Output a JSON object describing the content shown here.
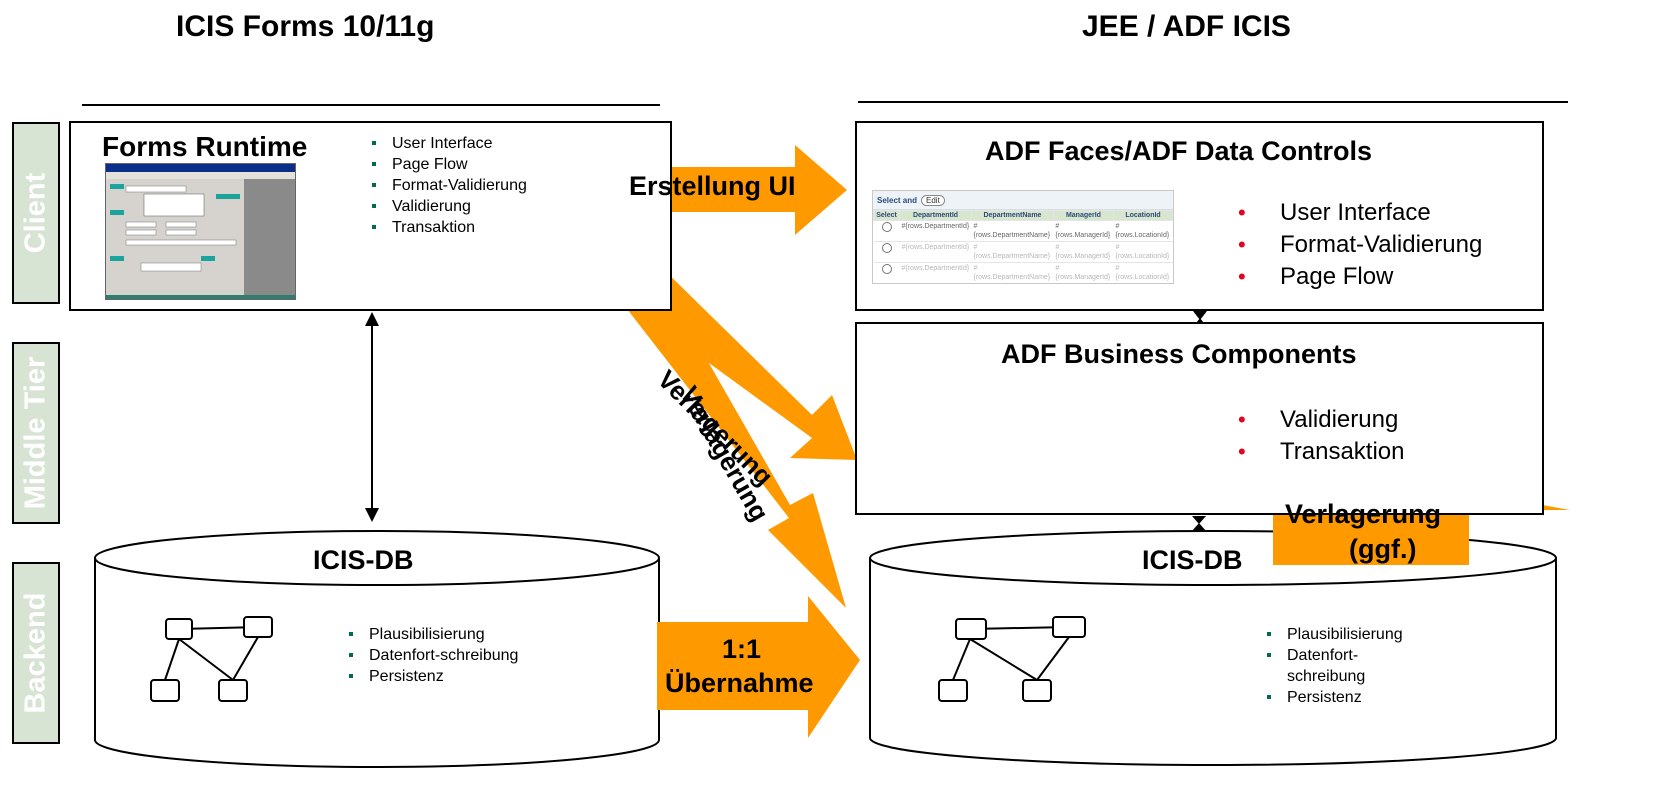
{
  "titles": {
    "left": "ICIS Forms 10/11g",
    "right": "JEE / ADF ICIS"
  },
  "tiers": {
    "client": "Client",
    "middle": "Middle Tier",
    "backend": "Backend"
  },
  "left": {
    "forms_runtime": {
      "title": "Forms Runtime",
      "items": [
        "User Interface",
        "Page Flow",
        "Format-Validierung",
        "Validierung",
        "Transaktion"
      ]
    },
    "db": {
      "title": "ICIS-DB",
      "items": [
        "Plausibilisierung",
        "Datenfort-schreibung",
        "Persistenz"
      ]
    }
  },
  "right": {
    "adf_faces": {
      "title": "ADF Faces/ADF Data Controls",
      "items": [
        "User Interface",
        "Format-Validierung",
        "Page Flow"
      ]
    },
    "adf_bc": {
      "title": "ADF Business Components",
      "items": [
        "Validierung",
        "Transaktion"
      ]
    },
    "db": {
      "title": "ICIS-DB",
      "items": [
        "Plausibilisierung",
        "Datenfort-schreibung",
        "Persistenz"
      ]
    }
  },
  "arrows": {
    "erstellung": "Erstellung UI",
    "verlagerung1": "Verlagerung",
    "verlagerung2": "Verlagerung",
    "uebernahme_line1": "1:1",
    "uebernahme_line2": "Übernahme",
    "verlagerung_ggf_line1": "Verlagerung",
    "verlagerung_ggf_line2": "(ggf.)"
  },
  "table_thumbnail": {
    "toolbar_label": "Select and",
    "edit_button": "Edit",
    "headers": [
      "Select",
      "DepartmentId",
      "DepartmentName",
      "ManagerId",
      "LocationId"
    ],
    "row_values": [
      "#{rows.DepartmentId}",
      "#{rows.DepartmentName}",
      "#{rows.ManagerId}",
      "#{rows.LocationId}"
    ]
  },
  "colors": {
    "arrow": "#ff9900",
    "tier_bg": "#d7e4d4",
    "bullet_square": "#006b52",
    "bullet_dot": "#e8001c"
  }
}
